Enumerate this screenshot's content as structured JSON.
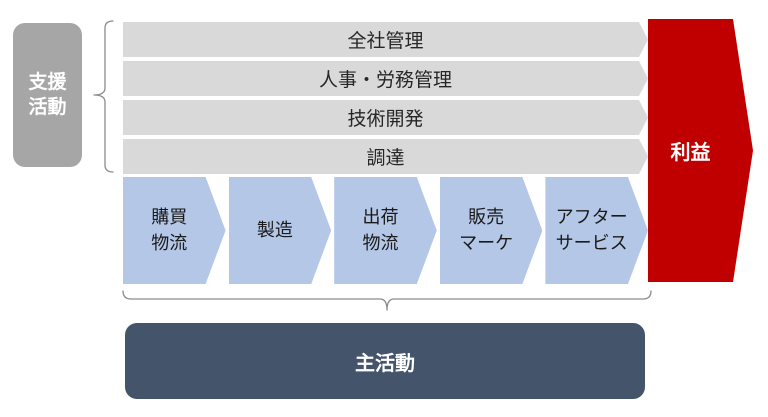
{
  "colors": {
    "support-box": "#a6a6a6",
    "support-bar": "#d9d9d9",
    "primary-arrow": "#b4c7e7",
    "profit-arrow": "#c00000",
    "primary-box": "#44546a",
    "bar-text": "#262626",
    "brace": "#8c8c8c"
  },
  "support": {
    "label": "支援\n活動",
    "rows": [
      "全社管理",
      "人事・労務管理",
      "技術開発",
      "調達"
    ]
  },
  "primary": {
    "label": "主活動",
    "arrows": [
      "購買\n物流",
      "製造",
      "出荷\n物流",
      "販売\nマーケ",
      "アフター\nサービス"
    ]
  },
  "profit": {
    "label": "利益"
  }
}
